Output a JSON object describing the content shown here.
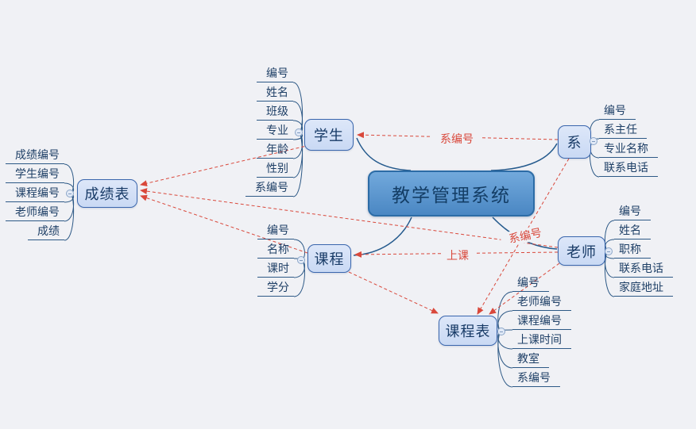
{
  "central": {
    "label": "教学管理系统"
  },
  "nodes": {
    "grade_table": {
      "label": "成绩表",
      "attrs": [
        "成绩编号",
        "学生编号",
        "课程编号",
        "老师编号",
        "成绩"
      ]
    },
    "student": {
      "label": "学生",
      "attrs": [
        "编号",
        "姓名",
        "班级",
        "专业",
        "年龄",
        "性别",
        "系编号"
      ]
    },
    "department": {
      "label": "系",
      "attrs": [
        "编号",
        "系主任",
        "专业名称",
        "联系电话"
      ]
    },
    "course": {
      "label": "课程",
      "attrs": [
        "编号",
        "名称",
        "课时",
        "学分"
      ]
    },
    "teacher": {
      "label": "老师",
      "attrs": [
        "编号",
        "姓名",
        "职称",
        "联系电话",
        "家庭地址"
      ]
    },
    "course_schedule": {
      "label": "课程表",
      "attrs": [
        "编号",
        "老师编号",
        "课程编号",
        "上课时间",
        "教室",
        "系编号"
      ]
    }
  },
  "relationships": [
    {
      "from": "系",
      "to": "学生",
      "label": "系编号"
    },
    {
      "from": "系",
      "to": "课程表",
      "label": "系编号"
    },
    {
      "from": "老师",
      "to": "课程",
      "label": "上课"
    },
    {
      "from": "老师",
      "to": "课程表",
      "label": ""
    },
    {
      "from": "老师",
      "to": "成绩表",
      "label": ""
    },
    {
      "from": "学生",
      "to": "成绩表",
      "label": ""
    },
    {
      "from": "课程",
      "to": "成绩表",
      "label": ""
    },
    {
      "from": "课程",
      "to": "课程表",
      "label": ""
    }
  ],
  "colors": {
    "canvas_bg": "#f0f1f5",
    "topic_fill": "#d3e0f7",
    "topic_border": "#3a66ad",
    "central_fill": "#5b97d0",
    "central_border": "#2c6ca6",
    "text_navy": "#173a66",
    "relation_red": "#d9483b",
    "branch_blue": "#245a8d",
    "bracket_blue": "#2d5986"
  }
}
